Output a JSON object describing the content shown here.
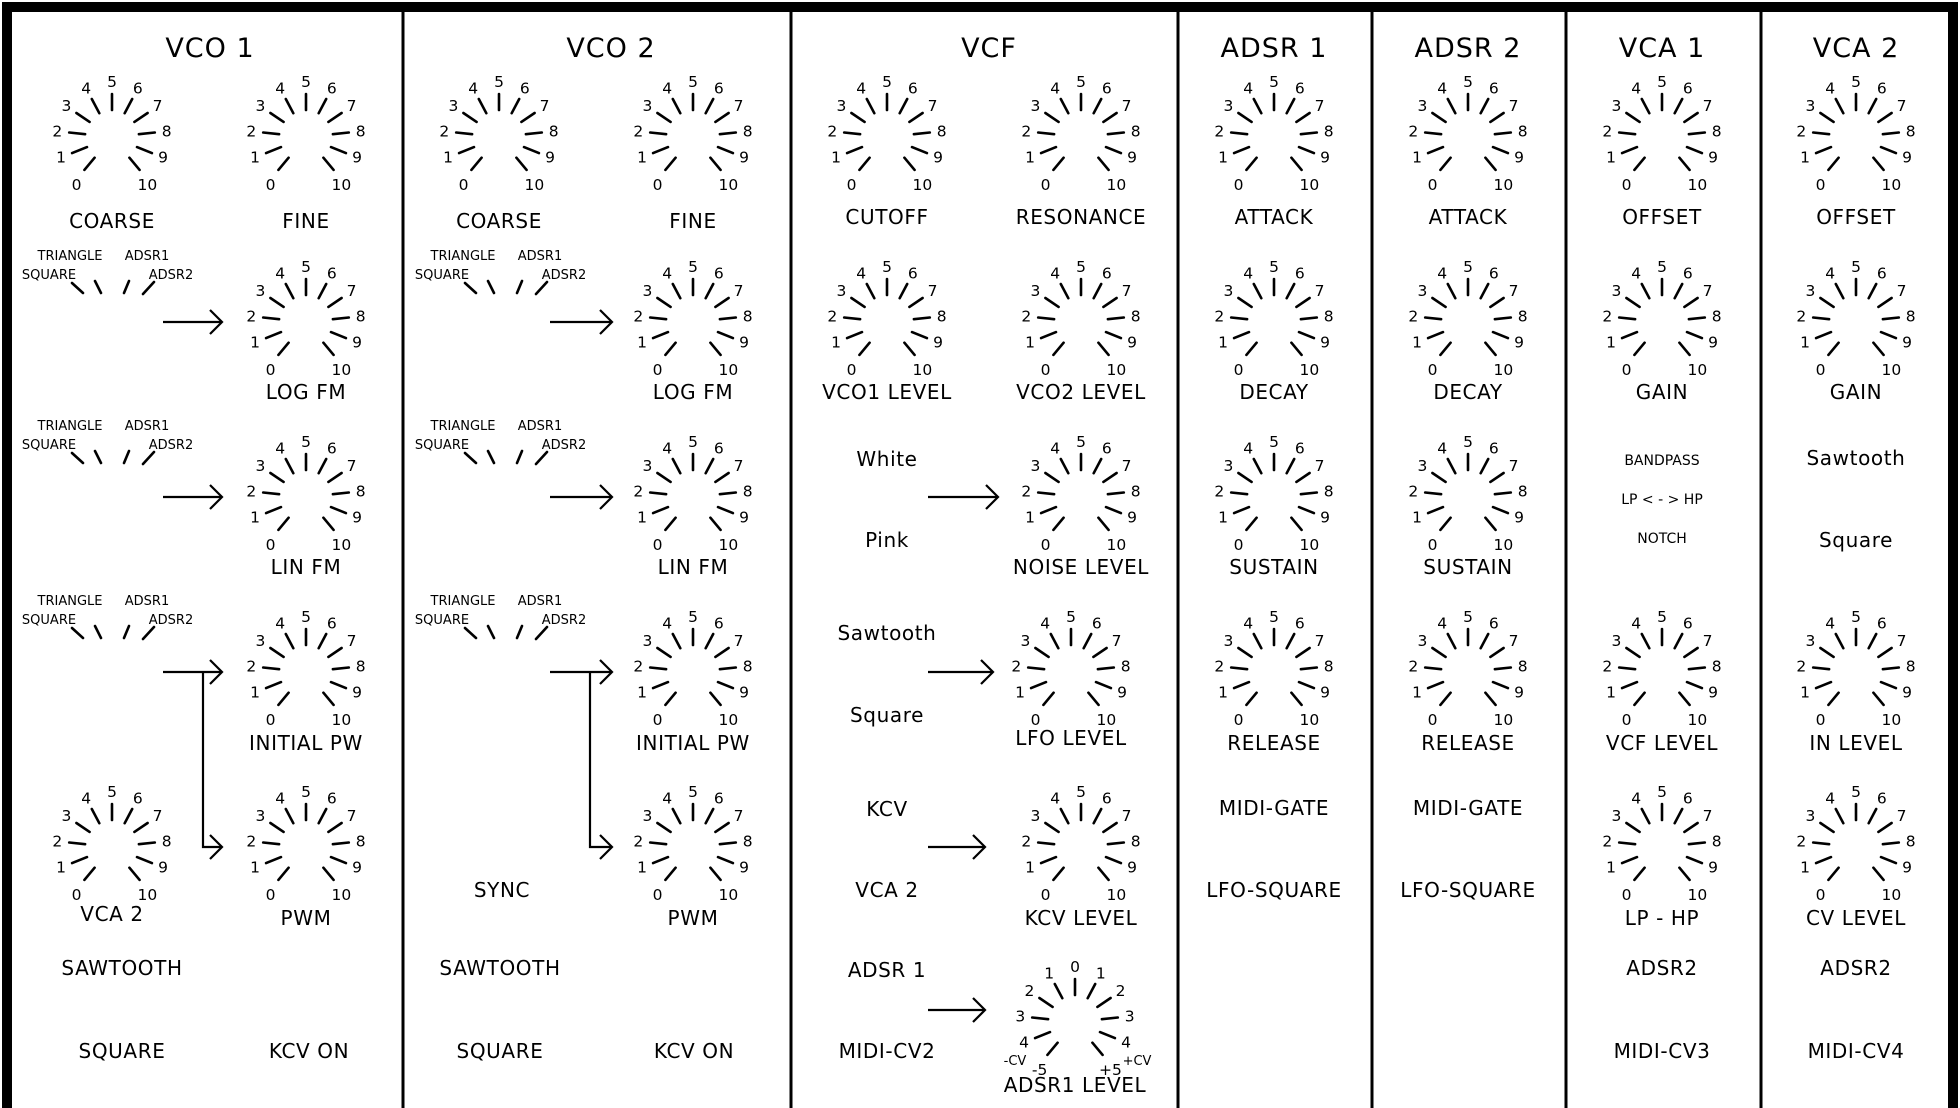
{
  "modules": [
    {
      "id": "vco1",
      "title": "VCO 1"
    },
    {
      "id": "vco2",
      "title": "VCO 2"
    },
    {
      "id": "vcf",
      "title": "VCF"
    },
    {
      "id": "adsr1",
      "title": "ADSR 1"
    },
    {
      "id": "adsr2",
      "title": "ADSR 2"
    },
    {
      "id": "vca1",
      "title": "VCA 1"
    },
    {
      "id": "vca2",
      "title": "VCA 2"
    }
  ],
  "knobs": [
    {
      "id": "vco1-coarse",
      "label": "COARSE"
    },
    {
      "id": "vco1-fine",
      "label": "FINE"
    },
    {
      "id": "vco1-log-fm",
      "label": "LOG FM"
    },
    {
      "id": "vco1-lin-fm",
      "label": "LIN FM"
    },
    {
      "id": "vco1-initial-pw",
      "label": "INITIAL PW"
    },
    {
      "id": "vco1-vca2",
      "label": "VCA 2"
    },
    {
      "id": "vco1-pwm",
      "label": "PWM"
    },
    {
      "id": "vco2-coarse",
      "label": "COARSE"
    },
    {
      "id": "vco2-fine",
      "label": "FINE"
    },
    {
      "id": "vco2-log-fm",
      "label": "LOG FM"
    },
    {
      "id": "vco2-lin-fm",
      "label": "LIN FM"
    },
    {
      "id": "vco2-initial-pw",
      "label": "INITIAL PW"
    },
    {
      "id": "vco2-pwm",
      "label": "PWM"
    },
    {
      "id": "vcf-cutoff",
      "label": "CUTOFF"
    },
    {
      "id": "vcf-resonance",
      "label": "RESONANCE"
    },
    {
      "id": "vcf-vco1-level",
      "label": "VCO1 LEVEL"
    },
    {
      "id": "vcf-vco2-level",
      "label": "VCO2 LEVEL"
    },
    {
      "id": "vcf-noise-level",
      "label": "NOISE LEVEL"
    },
    {
      "id": "vcf-lfo-level",
      "label": "LFO LEVEL"
    },
    {
      "id": "vcf-kcv-level",
      "label": "KCV LEVEL"
    },
    {
      "id": "vcf-adsr1-level",
      "label": "ADSR1 LEVEL"
    },
    {
      "id": "adsr1-attack",
      "label": "ATTACK"
    },
    {
      "id": "adsr1-decay",
      "label": "DECAY"
    },
    {
      "id": "adsr1-sustain",
      "label": "SUSTAIN"
    },
    {
      "id": "adsr1-release",
      "label": "RELEASE"
    },
    {
      "id": "adsr2-attack",
      "label": "ATTACK"
    },
    {
      "id": "adsr2-decay",
      "label": "DECAY"
    },
    {
      "id": "adsr2-sustain",
      "label": "SUSTAIN"
    },
    {
      "id": "adsr2-release",
      "label": "RELEASE"
    },
    {
      "id": "vca1-offset",
      "label": "OFFSET"
    },
    {
      "id": "vca1-gain",
      "label": "GAIN"
    },
    {
      "id": "vca1-vcf-level",
      "label": "VCF LEVEL"
    },
    {
      "id": "vca1-lp-hp",
      "label": "LP - HP"
    },
    {
      "id": "vca2-offset",
      "label": "OFFSET"
    },
    {
      "id": "vca2-gain",
      "label": "GAIN"
    },
    {
      "id": "vca2-in-level",
      "label": "IN LEVEL"
    },
    {
      "id": "vca2-cv-level",
      "label": "CV LEVEL"
    }
  ],
  "scales": {
    "standard": [
      "0",
      "1",
      "2",
      "3",
      "4",
      "5",
      "6",
      "7",
      "8",
      "9",
      "10"
    ],
    "bipolar": [
      "-5",
      "4",
      "3",
      "2",
      "1",
      "0",
      "1",
      "2",
      "3",
      "4",
      "+5"
    ],
    "bipolar_ends": [
      "-CV",
      "+CV"
    ]
  },
  "mod_selectors": [
    {
      "id": "vco1-logfm-src",
      "labels": [
        "TRIANGLE",
        "ADSR1",
        "SQUARE",
        "ADSR2"
      ]
    },
    {
      "id": "vco1-linfm-src",
      "labels": [
        "TRIANGLE",
        "ADSR1",
        "SQUARE",
        "ADSR2"
      ]
    },
    {
      "id": "vco1-pw-src",
      "labels": [
        "TRIANGLE",
        "ADSR1",
        "SQUARE",
        "ADSR2"
      ]
    },
    {
      "id": "vco2-logfm-src",
      "labels": [
        "TRIANGLE",
        "ADSR1",
        "SQUARE",
        "ADSR2"
      ]
    },
    {
      "id": "vco2-linfm-src",
      "labels": [
        "TRIANGLE",
        "ADSR1",
        "SQUARE",
        "ADSR2"
      ]
    },
    {
      "id": "vco2-pw-src",
      "labels": [
        "TRIANGLE",
        "ADSR1",
        "SQUARE",
        "ADSR2"
      ]
    }
  ],
  "texts": [
    {
      "id": "vco1-sawtooth",
      "text": "SAWTOOTH"
    },
    {
      "id": "vco1-square",
      "text": "SQUARE"
    },
    {
      "id": "vco1-kcv-on",
      "text": "KCV ON"
    },
    {
      "id": "vco2-sync",
      "text": "SYNC"
    },
    {
      "id": "vco2-sawtooth",
      "text": "SAWTOOTH"
    },
    {
      "id": "vco2-square",
      "text": "SQUARE"
    },
    {
      "id": "vco2-kcv-on",
      "text": "KCV ON"
    },
    {
      "id": "vcf-white",
      "text": "White"
    },
    {
      "id": "vcf-pink",
      "text": "Pink"
    },
    {
      "id": "vcf-sawtooth",
      "text": "Sawtooth"
    },
    {
      "id": "vcf-square",
      "text": "Square"
    },
    {
      "id": "vcf-kcv",
      "text": "KCV"
    },
    {
      "id": "vcf-vca2",
      "text": "VCA 2"
    },
    {
      "id": "vcf-adsr1",
      "text": "ADSR 1"
    },
    {
      "id": "vcf-midi-cv2",
      "text": "MIDI-CV2"
    },
    {
      "id": "adsr1-midi-gate",
      "text": "MIDI-GATE"
    },
    {
      "id": "adsr1-lfo-square",
      "text": "LFO-SQUARE"
    },
    {
      "id": "adsr2-midi-gate",
      "text": "MIDI-GATE"
    },
    {
      "id": "adsr2-lfo-square",
      "text": "LFO-SQUARE"
    },
    {
      "id": "vca1-bandpass",
      "text": "BANDPASS"
    },
    {
      "id": "vca1-lp-hp-switch",
      "text": "LP <  -  > HP"
    },
    {
      "id": "vca1-notch",
      "text": "NOTCH"
    },
    {
      "id": "vca1-adsr2",
      "text": "ADSR2"
    },
    {
      "id": "vca1-midi-cv3",
      "text": "MIDI-CV3"
    },
    {
      "id": "vca2-sawtooth",
      "text": "Sawtooth"
    },
    {
      "id": "vca2-square",
      "text": "Square"
    },
    {
      "id": "vca2-adsr2",
      "text": "ADSR2"
    },
    {
      "id": "vca2-midi-cv4",
      "text": "MIDI-CV4"
    }
  ],
  "colors": {
    "ink": "#000000",
    "background": "#ffffff"
  }
}
